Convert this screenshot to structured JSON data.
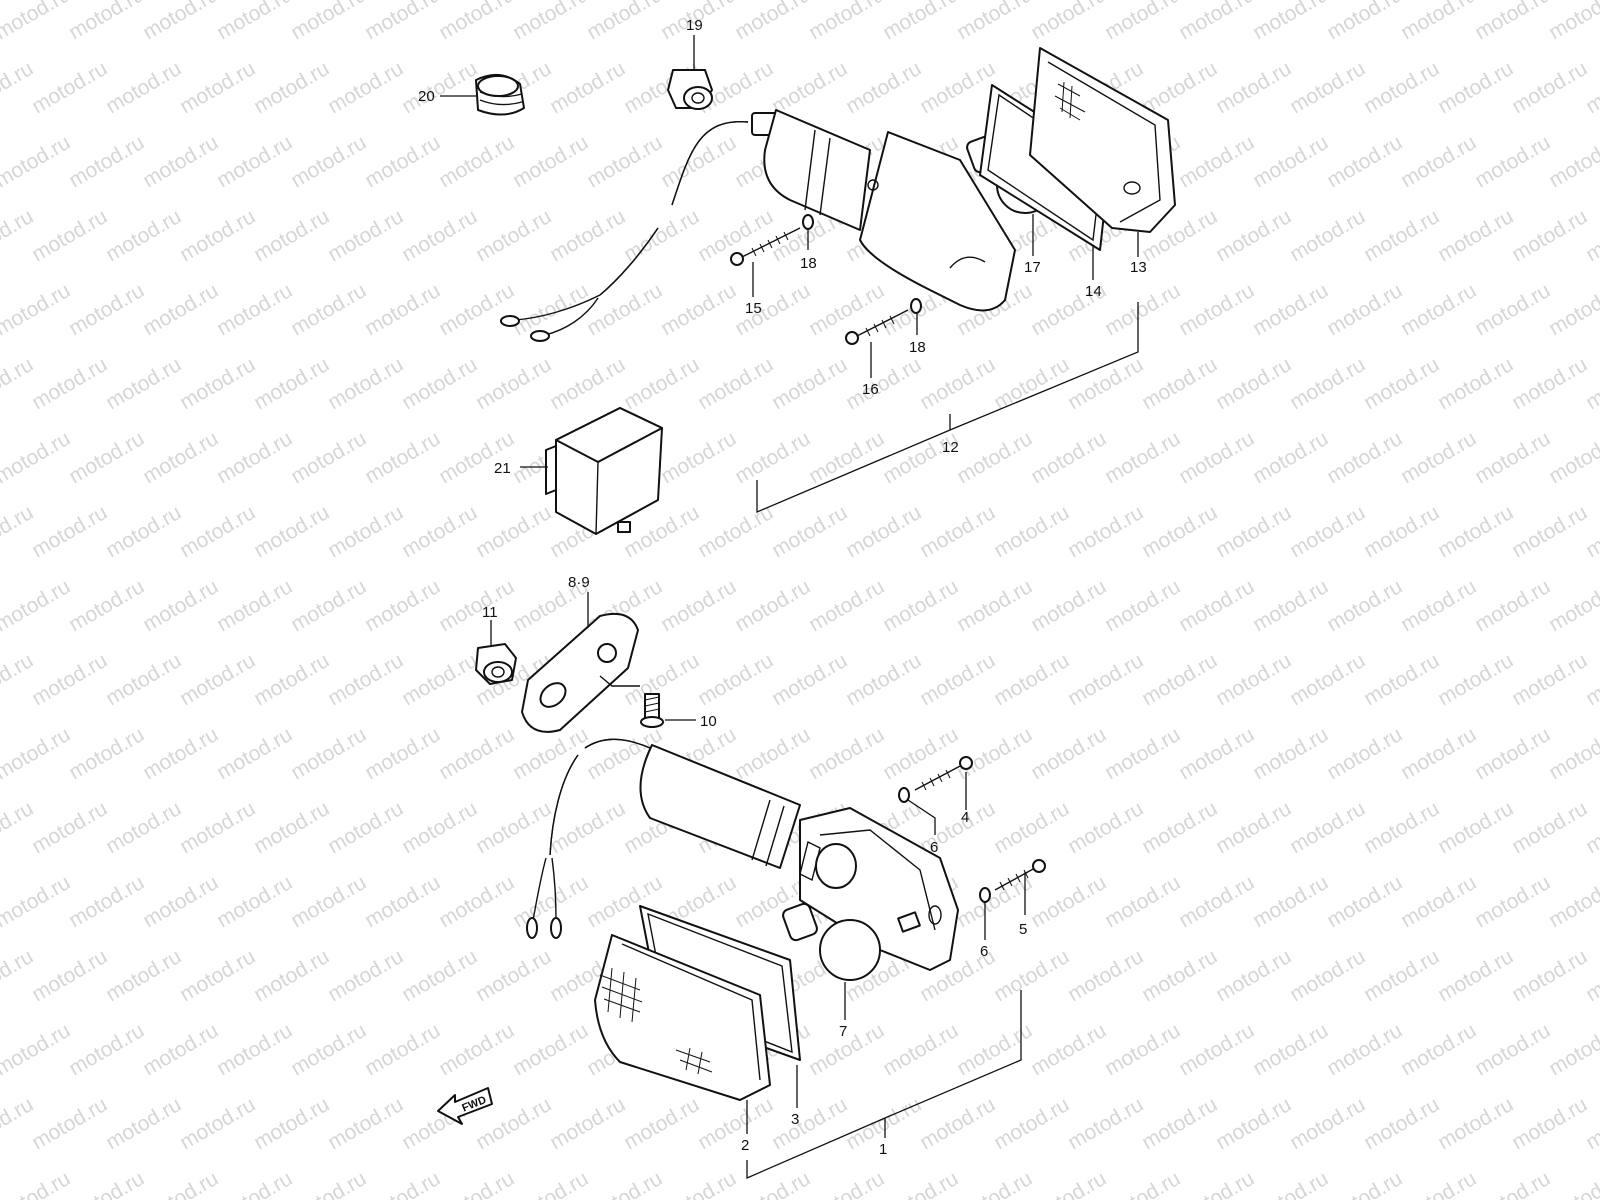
{
  "watermark": "motod.ru",
  "callouts": {
    "c1": "1",
    "c2": "2",
    "c3": "3",
    "c4": "4",
    "c5": "5",
    "c6a": "6",
    "c6b": "6",
    "c7": "7",
    "c8_9": "8·9",
    "c10": "10",
    "c11": "11",
    "c12": "12",
    "c13": "13",
    "c14": "14",
    "c15": "15",
    "c16": "16",
    "c17": "17",
    "c18a": "18",
    "c18b": "18",
    "c19": "19",
    "c20": "20",
    "c21": "21"
  },
  "direction_marker": "FWD"
}
